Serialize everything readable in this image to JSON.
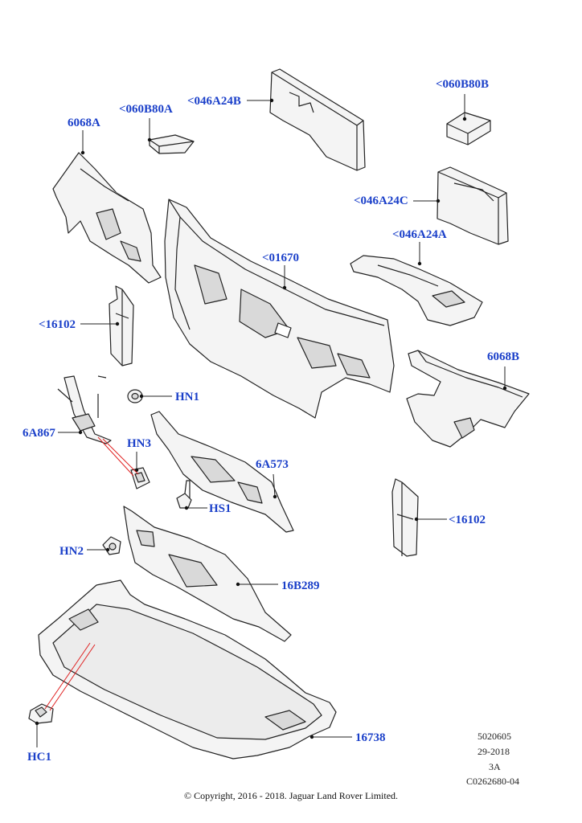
{
  "diagram": {
    "callouts": {
      "part_6068a": "6068A",
      "part_060b80a": "<060B80A",
      "part_046a24b": "<046A24B",
      "part_060b80b": "<060B80B",
      "part_046a24c": "<046A24C",
      "part_046a24a": "<046A24A",
      "part_01670": "<01670",
      "part_16102_left": "<16102",
      "part_hn1": "HN1",
      "part_6068b": "6068B",
      "part_6a867": "6A867",
      "part_hn3": "HN3",
      "part_6a573": "6A573",
      "part_hs1": "HS1",
      "part_16102_right": "<16102",
      "part_hn2": "HN2",
      "part_16b289": "16B289",
      "part_16738": "16738",
      "part_hc1": "HC1"
    },
    "reference": {
      "line1": "5020605",
      "line2": "29-2018",
      "line3": "3A",
      "line4": "C0262680-04"
    },
    "copyright": "© Copyright, 2016 - 2018. Jaguar Land Rover Limited.",
    "colors": {
      "callout": "#1a3fc9",
      "line": "#222222",
      "leader_red": "#e02020",
      "part_fill": "#f4f4f4",
      "part_shade": "#d9d9d9"
    }
  }
}
